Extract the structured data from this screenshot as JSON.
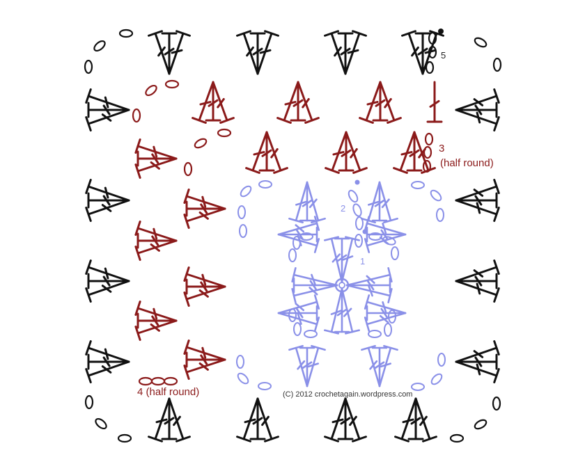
{
  "colors": {
    "round_black": "#111111",
    "round_red": "#8b1a1a",
    "round_blue": "#8a90e8",
    "background": "#ffffff"
  },
  "labels": {
    "round1": "1",
    "round2": "2",
    "round3_num": "3",
    "round3_note": "(half round)",
    "round4": "4 (half round)",
    "round5": "5",
    "copyright": "(C) 2012 crochetagain.wordpress.com"
  }
}
